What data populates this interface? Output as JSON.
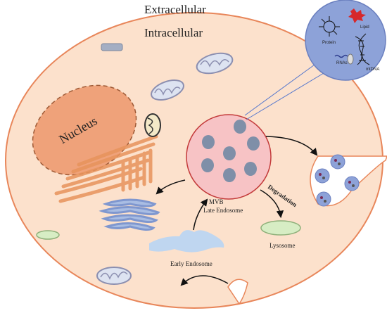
{
  "labels": {
    "extracellular": "Extracellular",
    "intracellular": "Intracellular",
    "nucleus": "Nucleus",
    "mvb": "MVB",
    "late_endosome": "Late Endosome",
    "degradation": "Degradation",
    "lysosome": "Lysosome",
    "early_endosome": "Early Endosome"
  },
  "cargo": {
    "protein": "Protein",
    "lipid": "Lipid",
    "rna": "RNAs",
    "mtdna": "mtDNA"
  },
  "colors": {
    "cell_fill": "#FCE1CC",
    "cell_stroke": "#E8865A",
    "nucleus_fill": "#EFA27A",
    "nucleus_stroke": "#9E5A36",
    "mvb_fill": "#F7C3C5",
    "mvb_stroke": "#C33A3A",
    "vesicle": "#7F8FA8",
    "lysosome": "#D7EDC4",
    "endosome": "#BFD6F0",
    "golgi": "#A9BDE3",
    "zoom_bg": "#8DA2D8",
    "leader": "#5577CC"
  }
}
